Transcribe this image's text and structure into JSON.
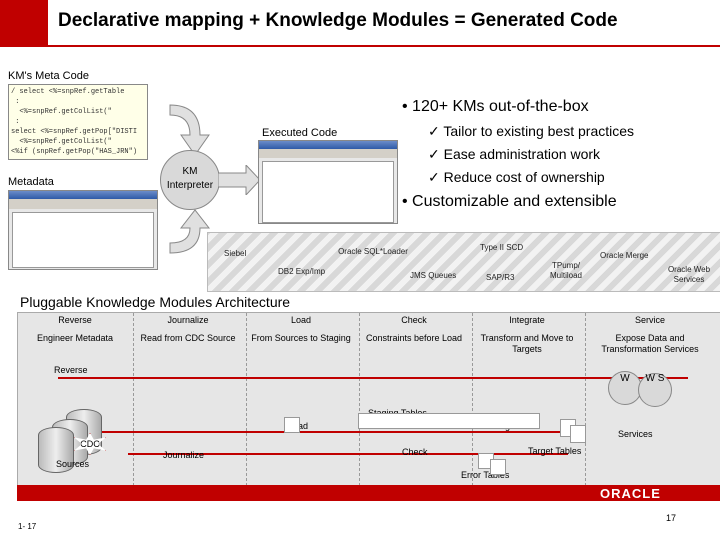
{
  "title": "Declarative mapping + Knowledge Modules = Generated Code",
  "km_meta_code_label": "KM's Meta Code",
  "executed_code_label": "Executed Code",
  "metadata_label": "Metadata",
  "km_interpreter_label": "KM Interpreter",
  "bullets": {
    "main1": "120+ KMs out-of-the-box",
    "sub": [
      "Tailor to existing best practices",
      "Ease administration work",
      "Reduce cost of ownership"
    ],
    "main2": "Customizable and extensible"
  },
  "tech_labels": {
    "siebel": "Siebel",
    "oracle_sqlloader": "Oracle SQL*Loader",
    "db2": "DB2 Exp/Imp",
    "jms": "JMS Queues",
    "type2": "Type II SCD",
    "sap": "SAP/R3",
    "tpump": "TPump/ Multiload",
    "oracle_merge": "Oracle Merge",
    "oracle_ws": "Oracle Web Services"
  },
  "arch_title": "Pluggable Knowledge Modules Architecture",
  "columns": [
    {
      "head": "Reverse",
      "desc": "Engineer Metadata"
    },
    {
      "head": "Journalize",
      "desc": "Read from CDC Source"
    },
    {
      "head": "Load",
      "desc": "From Sources to Staging"
    },
    {
      "head": "Check",
      "desc": "Constraints before Load"
    },
    {
      "head": "Integrate",
      "desc": "Transform and Move to Targets"
    },
    {
      "head": "Service",
      "desc": "Expose Data and Transformation Services"
    }
  ],
  "diagram": {
    "reverse": "Reverse",
    "staging_tables": "Staging Tables",
    "load": "Load",
    "integrate": "Integrate",
    "services": "Services",
    "cdc": "CDC",
    "sources": "Sources",
    "journalize": "Journalize",
    "check": "Check",
    "target_tables": "Target Tables",
    "error_tables": "Error Tables",
    "ws1": "W",
    "ws2": "W S"
  },
  "footer": {
    "oracle": "ORACLE",
    "slide_left": "1- 17",
    "page_number": "17"
  },
  "colors": {
    "accent": "#c00000"
  }
}
